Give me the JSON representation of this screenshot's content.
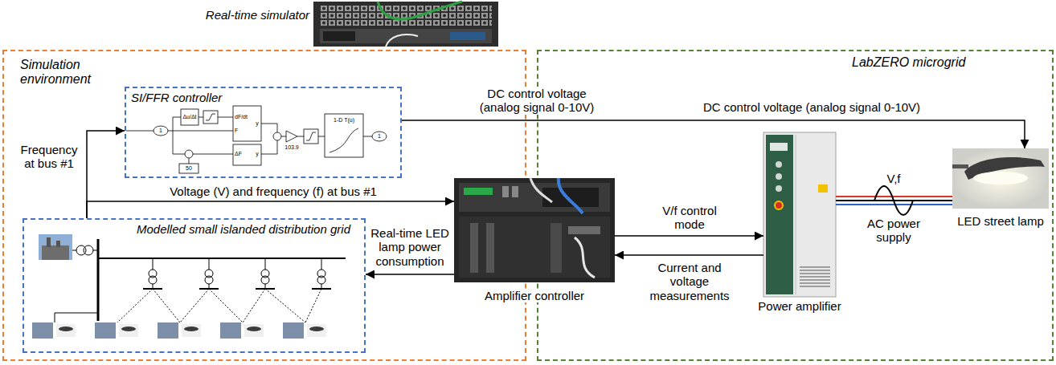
{
  "diagram": {
    "nodes": [
      {
        "text": [
          "Simulation environment"
        ]
      },
      {
        "text": [
          "SI/FFR controller"
        ],
        "in": 0
      },
      {
        "text": [
          "Modelled small islanded distribution grid"
        ],
        "in": 0
      },
      {
        "text": [
          "Amplifier controller"
        ]
      },
      {
        "text": [
          "LabZERO microgrid"
        ]
      },
      {
        "text": [
          "Power amplifier"
        ],
        "in": 4
      },
      {
        "text": [
          "LED street lamp"
        ],
        "in": 4
      }
    ],
    "edges": [
      {
        "from": 1,
        "to": 6,
        "arrow": "to",
        "label": "DC control voltage (analog signal 0-10V)"
      },
      {
        "from": 2,
        "to": 1,
        "arrow": "to",
        "label": "Frequency at bus #1"
      },
      {
        "from": 2,
        "to": 3,
        "arrow": "to",
        "label": "Voltage (V) and frequency (f) at bus #1"
      },
      {
        "from": 3,
        "to": 2,
        "arrow": "to",
        "label": "Real-time LED lamp power consumption"
      },
      {
        "from": 3,
        "to": 5,
        "arrow": "to",
        "label": "V/f control mode"
      },
      {
        "from": 5,
        "to": 3,
        "arrow": "to",
        "label": "Current and voltage measurements"
      },
      {
        "from": 5,
        "to": 6,
        "arrow": "none"
      }
    ],
    "labels": [
      "Real-time simulator",
      "1",
      "Δu/Δt",
      "dF/dt",
      "F",
      "y",
      "ΔF",
      "y",
      "50",
      "103.9",
      "1-D T(u)",
      "1",
      "DC control voltage (analog signal 0-10V)",
      "V,f",
      "AC power supply"
    ]
  }
}
